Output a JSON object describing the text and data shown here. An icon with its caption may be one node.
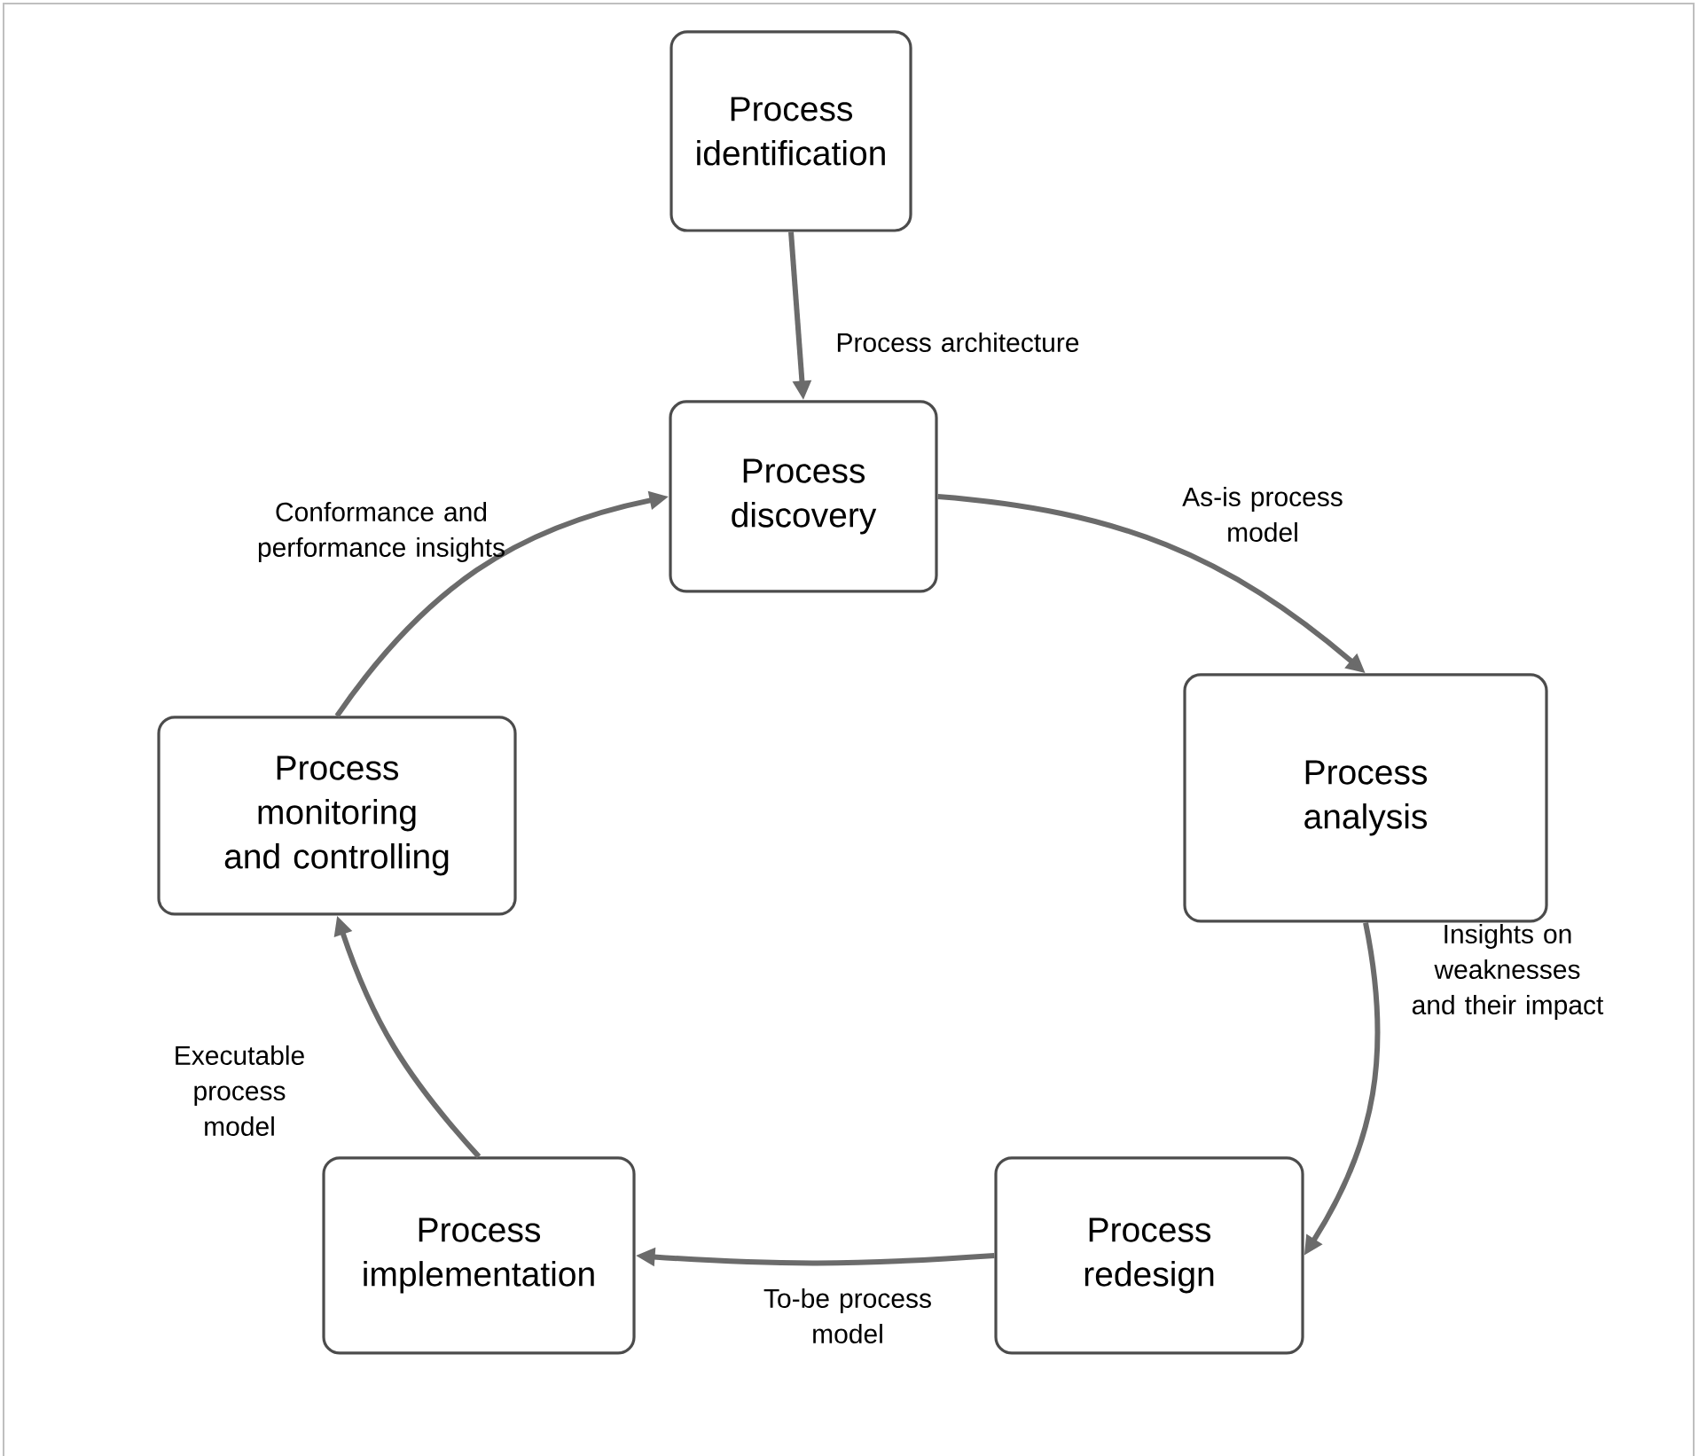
{
  "diagram": {
    "nodes": [
      {
        "text": [
          "Process identification"
        ]
      },
      {
        "text": [
          "Process discovery"
        ]
      },
      {
        "text": [
          "Process analysis"
        ]
      },
      {
        "text": [
          "Process redesign"
        ]
      },
      {
        "text": [
          "Process implementation"
        ]
      },
      {
        "text": [
          "Process monitoring and controlling"
        ]
      }
    ],
    "edges": [
      {
        "from": 0,
        "to": 1,
        "arrow": "to",
        "label": "Process architecture"
      },
      {
        "from": 1,
        "to": 2,
        "arrow": "to",
        "label": "As-is process model"
      },
      {
        "from": 2,
        "to": 3,
        "arrow": "to",
        "label": "Insights on weaknesses and their impact"
      },
      {
        "from": 3,
        "to": 4,
        "arrow": "to",
        "label": "To-be process model"
      },
      {
        "from": 4,
        "to": 5,
        "arrow": "to",
        "label": "Executable process model"
      },
      {
        "from": 5,
        "to": 1,
        "arrow": "to",
        "label": "Conformance and performance insights"
      }
    ]
  }
}
